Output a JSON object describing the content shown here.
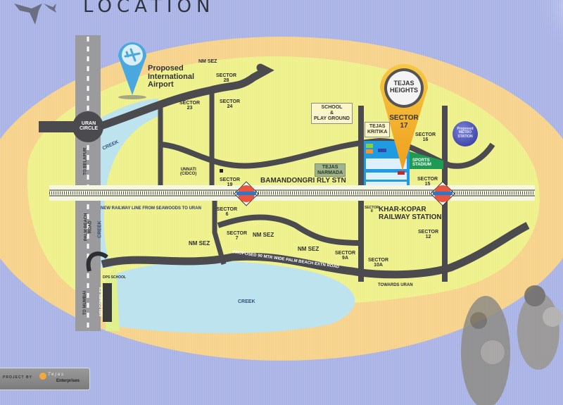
{
  "page": {
    "title": "LOCATION"
  },
  "colors": {
    "sky": "#a9b3e6",
    "oval_outer": "#f6d28a",
    "land": "#eef08a",
    "creek": "#bde3ef",
    "road": "#4a4a4f",
    "sector17_pin": "#f2b52a",
    "sports_stadium": "#1f9a52",
    "station_red": "#e9553e",
    "station_blue": "#2b78c8",
    "metro_circle": "#4b54b8",
    "airport_pin": "#4aa8de"
  },
  "pins": {
    "airport": {
      "icon": "airplane-icon",
      "label_line1": "Proposed",
      "label_line2": "International",
      "label_line3": "Airport"
    },
    "tejas_heights": {
      "line1": "TEJAS",
      "line2": "HEIGHTS",
      "sector_line1": "SECTOR",
      "sector_line2": "17"
    }
  },
  "labels": {
    "nm_sez_top": "NM SEZ",
    "sector_28": {
      "l1": "SECTOR",
      "l2": "28"
    },
    "sector_23": {
      "l1": "SECTOR",
      "l2": "23"
    },
    "sector_24": {
      "l1": "SECTOR",
      "l2": "24"
    },
    "sector_16": {
      "l1": "SECTOR",
      "l2": "16"
    },
    "sector_19": {
      "l1": "SECTOR",
      "l2": "19"
    },
    "sector_15": {
      "l1": "SECTOR",
      "l2": "15"
    },
    "sector_6": {
      "l1": "SECTOR",
      "l2": "6"
    },
    "sector_8": {
      "l1": "SECTOR",
      "l2": "8"
    },
    "sector_7": {
      "l1": "SECTOR",
      "l2": "7"
    },
    "sector_12": {
      "l1": "SECTOR",
      "l2": "12"
    },
    "sector_9a": {
      "l1": "SECTOR",
      "l2": "9A"
    },
    "sector_10a": {
      "l1": "SECTOR",
      "l2": "10A"
    },
    "uran_circle": {
      "l1": "URAN",
      "l2": "CIRCLE"
    },
    "creek_upper": "CREEK",
    "creek_left": "CREEK",
    "creek_bottom": "CREEK",
    "to_belapur": "TO BELAPUR",
    "unnati": {
      "l1": "UNNATI",
      "l2": "(CIDCO)"
    },
    "bamandongri": "BAMANDONGRI RLY STN",
    "khar_kopar": {
      "l1": "KHAR-KOPAR",
      "l2": "RAILWAY STATION"
    },
    "new_railway": "NEW RAILWAY LINE FROM SEAWOODS TO URAN",
    "palm_beach_road": {
      "l1": "PALM BEACH",
      "l2": "ROAD"
    },
    "nm_sez_left": "NM SEZ",
    "nm_sez_mid": "NM SEZ",
    "nm_sez_right": "NM SEZ",
    "palm_beach_extn": "PROPOSED 90 MTR WIDE PALM BEACH EXTN ROAD",
    "towards_uran": "TOWARDS URAN",
    "dps_school": "DPS SCHOOL",
    "nri_complex": "NRI COMPLEX",
    "to_mumbai": "TO MUMBAI",
    "school_playground": {
      "l1": "SCHOOL",
      "l2": "&",
      "l3": "PLAY GROUND"
    },
    "tejas_kritika": {
      "l1": "TEJAS",
      "l2": "KRITIKA"
    },
    "tejas_narmada": {
      "l1": "TEJAS",
      "l2": "NARMADA"
    },
    "sports_stadium": {
      "l1": "SPORTS",
      "l2": "STADIUM"
    },
    "metro_station": {
      "l1": "Proposed",
      "l2": "METRO",
      "l3": "STATION"
    }
  },
  "footer": {
    "developer_label": "PROJECT BY",
    "brand_name": "Tejas",
    "brand_sub": "Enterprises"
  }
}
